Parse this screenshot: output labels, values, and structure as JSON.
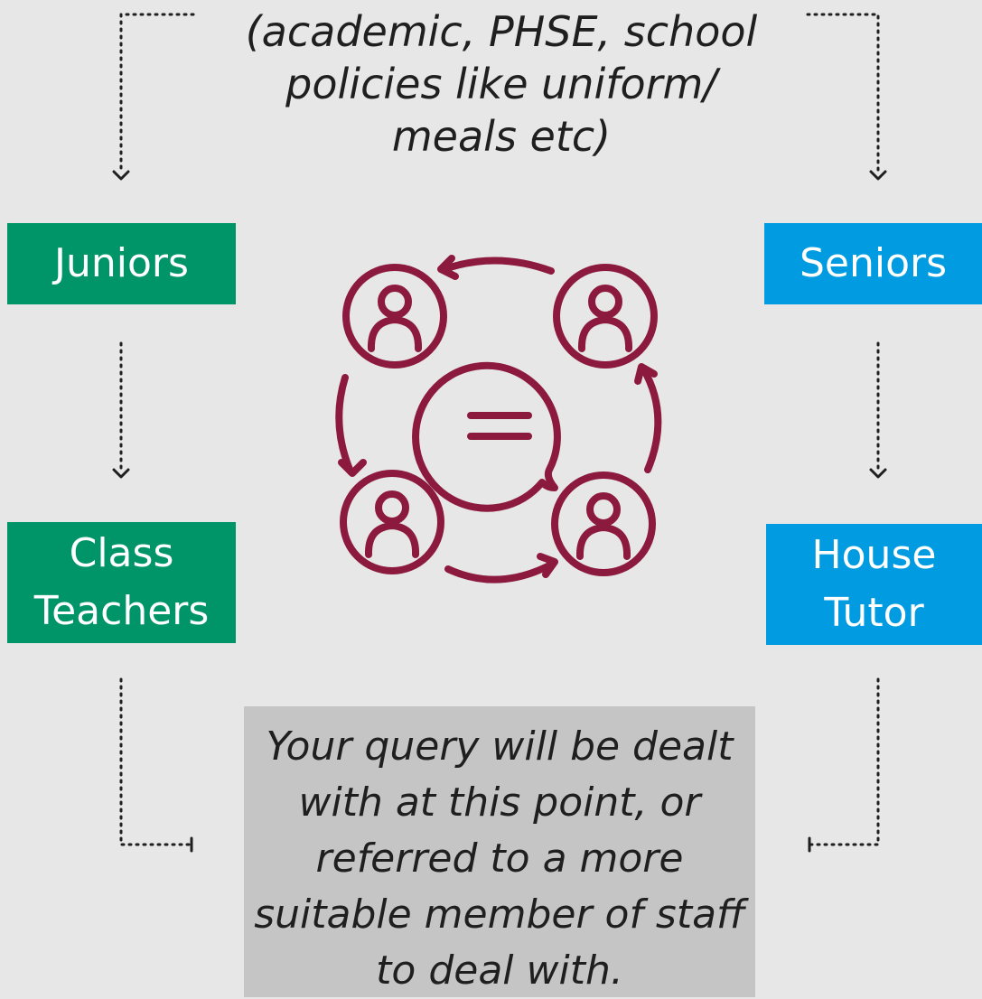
{
  "top_text": "(academic, PHSE, school policies like uniform/ meals etc)",
  "boxes": {
    "juniors": "Juniors",
    "seniors": "Seniors",
    "class_teachers": "Class Teachers",
    "house_tutor": "House Tutor"
  },
  "bottom_text": "Your query will be dealt with at this point, or referred to a more suitable member of staff to deal with.",
  "colors": {
    "background": "#e7e7e7",
    "juniors_green": "#009569",
    "seniors_blue": "#009be0",
    "icon_maroon": "#8c1a3f",
    "bottom_box_gray": "#c5c5c5",
    "connector": "#1f1f1f"
  },
  "icons": {
    "center": "group-discussion-icon"
  }
}
